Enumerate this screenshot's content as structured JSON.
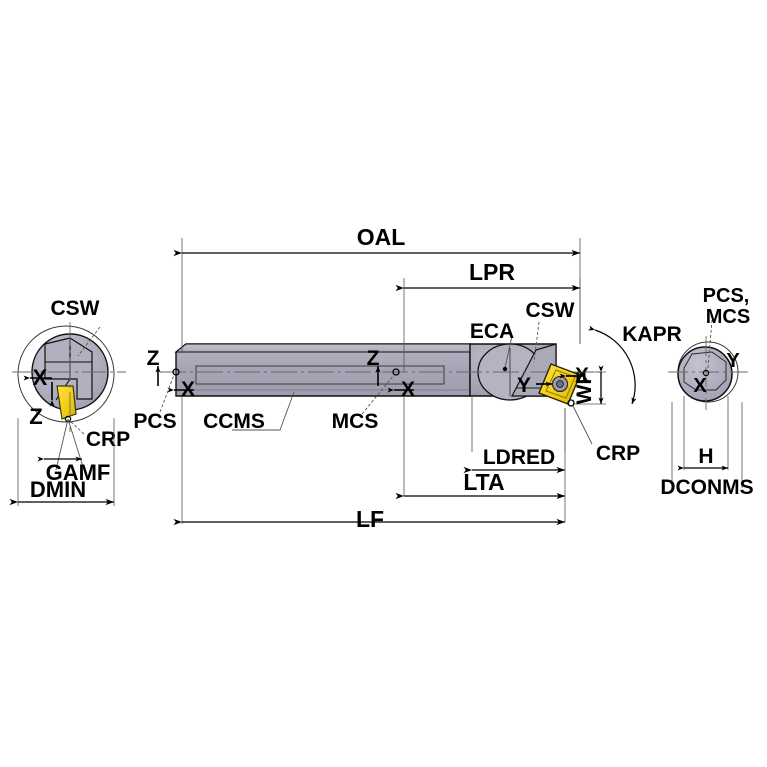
{
  "drawing": {
    "title": "Boring bar technical dimension drawing",
    "type": "engineering-dimension-diagram",
    "colors": {
      "body_fill": "#a9a9b9",
      "body_fill_light": "#b9b9c7",
      "insert_fill": "#f5d018",
      "insert_shadow": "#c9a70c",
      "line": "#000000",
      "thin_line": "#555555",
      "background": "#ffffff"
    },
    "labels": {
      "oal": "OAL",
      "lpr": "LPR",
      "lf": "LF",
      "lta": "LTA",
      "ldred": "LDRED",
      "kapr": "KAPR",
      "wf": "WF",
      "eca": "ECA",
      "csw_left": "CSW",
      "csw_right": "CSW",
      "crp_left": "CRP",
      "crp_right": "CRP",
      "gamf": "GAMF",
      "dmin": "DMIN",
      "pcs": "PCS",
      "ccms": "CCMS",
      "mcs": "MCS",
      "pcs_mcs_right": "PCS,",
      "mcs_right_line2": "MCS",
      "h": "H",
      "dconms": "DCONMS",
      "axis_x": "X",
      "axis_y": "Y",
      "axis_z": "Z"
    },
    "views": {
      "left_end_view": {
        "name": "left-end-cross-section",
        "labels": [
          "CSW",
          "X",
          "Z",
          "CRP",
          "GAMF",
          "DMIN"
        ]
      },
      "side_view": {
        "name": "main-side-view",
        "labels": [
          "OAL",
          "LPR",
          "Z",
          "X",
          "PCS",
          "CCMS",
          "MCS",
          "ECA",
          "CSW",
          "Y",
          "WF",
          "KAPR",
          "CRP",
          "LDRED",
          "LTA",
          "LF"
        ]
      },
      "right_end_view": {
        "name": "right-end-cross-section",
        "labels": [
          "PCS,",
          "MCS",
          "Y",
          "X",
          "H",
          "DCONMS"
        ]
      }
    }
  }
}
